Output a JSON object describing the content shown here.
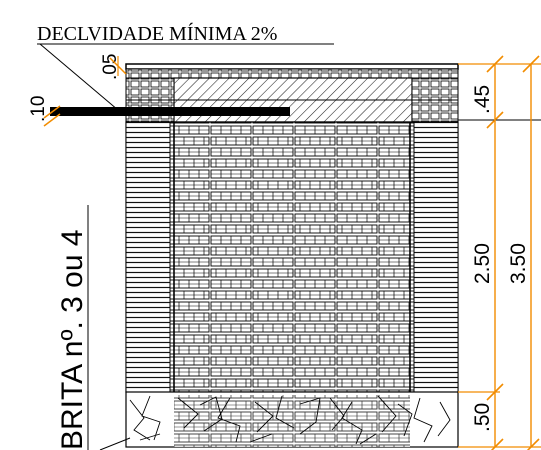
{
  "drawing": {
    "title_note": "DECLVIDADE MÍNIMA 2%",
    "side_label": "BRITA nº. 3 ou 4",
    "dimensions": {
      "top_small": ".05",
      "left_small": ".10",
      "cap_height": ".45",
      "wall_height": "2.50",
      "total_height": "3.50",
      "base_height": ".50"
    },
    "colors": {
      "dimension": "#f28c00",
      "line": "#000000",
      "hatch": "#333333",
      "background": "#ffffff"
    }
  }
}
